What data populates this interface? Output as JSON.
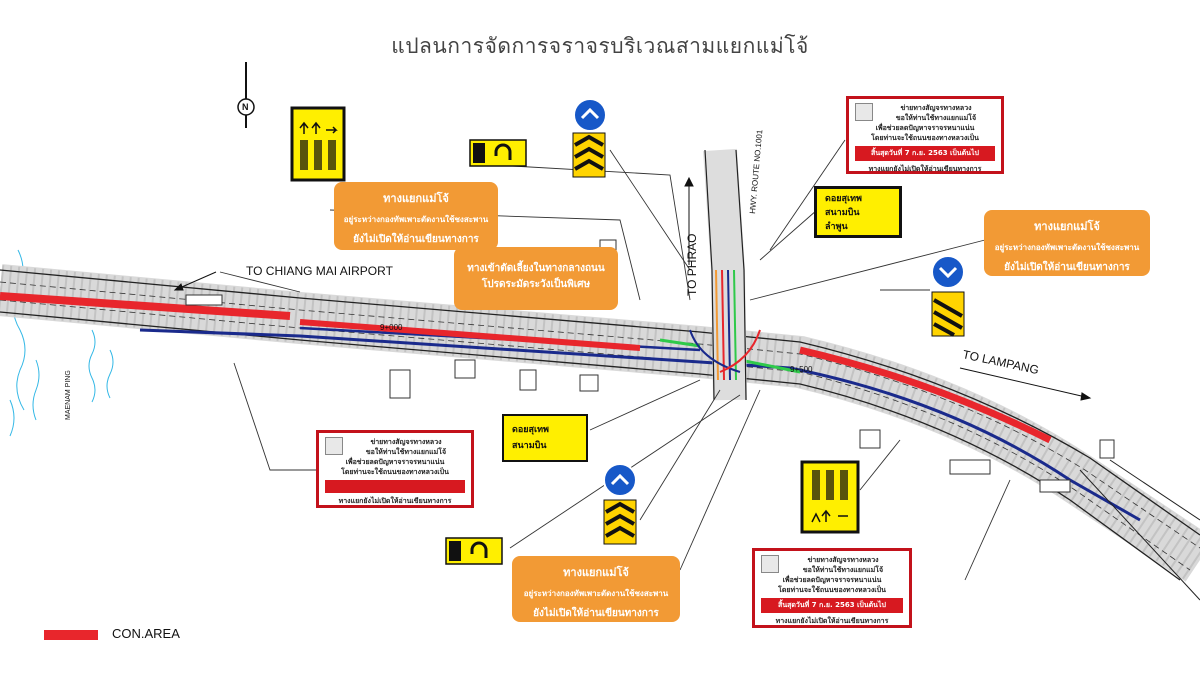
{
  "title": "แปลนการจัดการจราจรบริเวณสามแยกแม่โจ้",
  "north": "N",
  "labels": {
    "airport": "TO CHIANG MAI AIRPORT",
    "phrao": "TO PHRAO",
    "lampang": "TO LAMPANG",
    "route": "HWY. ROUTE NO.1001",
    "river": "MAENAM PING",
    "station1": "9+000",
    "station2": "9+500"
  },
  "legend": {
    "label": "CON.AREA",
    "color": "#e8262c"
  },
  "colors": {
    "road_blue": "#1a2a8c",
    "road_red": "#e8262c",
    "orange": "#f29a35"
  },
  "orange_boxes": [
    {
      "line1": "ทางแยกแม่โจ้",
      "line2": "อยู่ระหว่างกองทัพเพาะตัดงานใช้ชงสะพาน",
      "line3": "ยังไม่เปิดให้อ่านเขียนทางการ"
    },
    {
      "line1": "ทางแยกแม่โจ้",
      "line2": "อยู่ระหว่างกองทัพเพาะตัดงานใช้ชงสะพาน",
      "line3": "ยังไม่เปิดให้อ่านเขียนทางการ"
    },
    {
      "line1": "ทางแยกแม่โจ้",
      "line2": "อยู่ระหว่างกองทัพเพาะตัดงานใช้ชงสะพาน",
      "line3": "ยังไม่เปิดให้อ่านเขียนทางการ"
    },
    {
      "only1": "ทางเข้าตัดเลี้ยงในทางกลางถนน",
      "only2": "โปรดระมัดระวังเป็นพิเศษ"
    }
  ],
  "red_boxes": [
    {
      "l1": "ข่ายทางสัญจรทางหลวง",
      "l2": "ขอให้ท่านใช้ทางแยกแม่โจ้",
      "l3": "เพื่อช่วยลดปัญหาจราจรหนาแน่น",
      "l4": "โดยท่านจะใช้ถนนของทางหลวงเป็น",
      "band": "สิ้นสุดวันที่ 7 ก.ย. 2563 เป็นต้นไป",
      "foot": "ทางแยกยังไม่เปิดให้อ่านเขียนทางการ"
    },
    {
      "l1": "ข่ายทางสัญจรทางหลวง",
      "l2": "ขอให้ท่านใช้ทางแยกแม่โจ้",
      "l3": "เพื่อช่วยลดปัญหาจราจรหนาแน่น",
      "l4": "โดยท่านจะใช้ถนนของทางหลวงเป็น",
      "band": "",
      "foot": "ทางแยกยังไม่เปิดให้อ่านเขียนทางการ"
    },
    {
      "l1": "ข่ายทางสัญจรทางหลวง",
      "l2": "ขอให้ท่านใช้ทางแยกแม่โจ้",
      "l3": "เพื่อช่วยลดปัญหาจราจรหนาแน่น",
      "l4": "โดยท่านจะใช้ถนนของทางหลวงเป็น",
      "band": "สิ้นสุดวันที่ 7 ก.ย. 2563 เป็นต้นไป",
      "foot": "ทางแยกยังไม่เปิดให้อ่านเขียนทางการ"
    }
  ],
  "yellow_signs": [
    {
      "a": "ดอยสุเทพ",
      "b": "สนามบิน",
      "c": "ลำพูน"
    },
    {
      "a": "ดอยสุเทพ",
      "b": "สนามบิน",
      "c": ""
    }
  ]
}
